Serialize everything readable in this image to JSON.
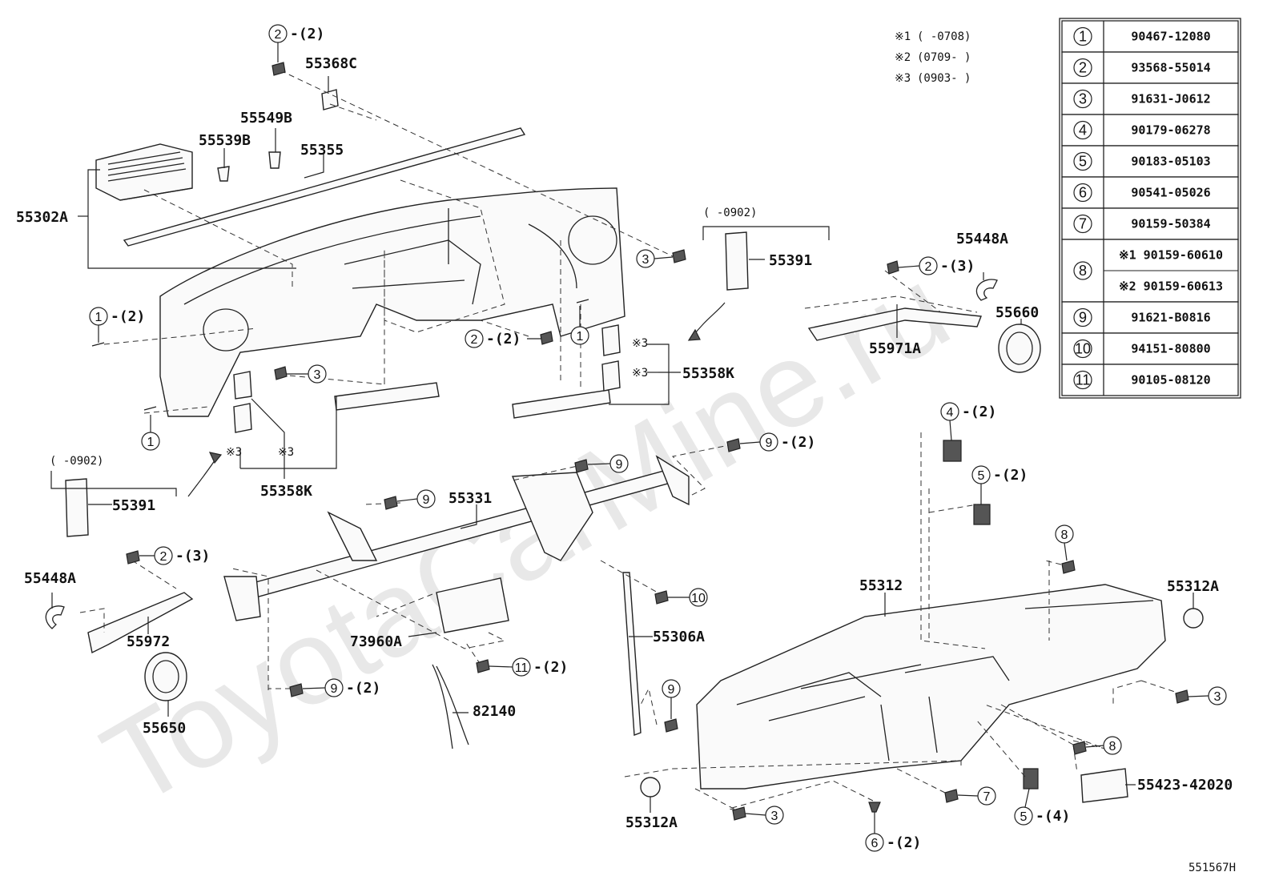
{
  "watermark": "ToyotaCarMine.ru",
  "diagram_code": "551567H",
  "date_notes": [
    {
      "mark": "※1",
      "range": "(      -0708)"
    },
    {
      "mark": "※2",
      "range": "(0709-      )"
    },
    {
      "mark": "※3",
      "range": "(0903-      )"
    }
  ],
  "bracket_notes": {
    "left": "(   -0902)",
    "right": "(   -0902)"
  },
  "parts_table": [
    {
      "num": "1",
      "parts": [
        "90467-12080"
      ]
    },
    {
      "num": "2",
      "parts": [
        "93568-55014"
      ]
    },
    {
      "num": "3",
      "parts": [
        "91631-J0612"
      ]
    },
    {
      "num": "4",
      "parts": [
        "90179-06278"
      ]
    },
    {
      "num": "5",
      "parts": [
        "90183-05103"
      ]
    },
    {
      "num": "6",
      "parts": [
        "90541-05026"
      ]
    },
    {
      "num": "7",
      "parts": [
        "90159-50384"
      ]
    },
    {
      "num": "8",
      "parts": [
        "※1 90159-60610",
        "※2 90159-60613"
      ]
    },
    {
      "num": "9",
      "parts": [
        "91621-B0816"
      ]
    },
    {
      "num": "10",
      "parts": [
        "94151-80800"
      ]
    },
    {
      "num": "11",
      "parts": [
        "90105-08120"
      ]
    }
  ],
  "labels": {
    "p55368C": "55368C",
    "p55549B": "55549B",
    "p55539B": "55539B",
    "p55355": "55355",
    "p55302A": "55302A",
    "p55391_left": "55391",
    "p55391_right": "55391",
    "p55358K_left": "55358K",
    "p55358K_right": "55358K",
    "p55448A_left": "55448A",
    "p55448A_right": "55448A",
    "p55660": "55660",
    "p55971A": "55971A",
    "p55331": "55331",
    "p55972": "55972",
    "p55650": "55650",
    "p73960A": "73960A",
    "p82140": "82140",
    "p55306A": "55306A",
    "p55312": "55312",
    "p55312A_right": "55312A",
    "p55312A_bottom": "55312A",
    "p55423": "55423-42020"
  },
  "callouts": {
    "c2_top": {
      "num": "2",
      "qty": "-(2)"
    },
    "c1_left": {
      "num": "1",
      "qty": "-(2)"
    },
    "c1_lower": {
      "num": "1",
      "qty": ""
    },
    "c3_left": {
      "num": "3",
      "qty": ""
    },
    "c2_mid": {
      "num": "2",
      "qty": "-(2)"
    },
    "c1_mid": {
      "num": "1",
      "qty": ""
    },
    "c3_top": {
      "num": "3",
      "qty": ""
    },
    "c2_right": {
      "num": "2",
      "qty": "-(3)"
    },
    "c9_a": {
      "num": "9",
      "qty": ""
    },
    "c9_b": {
      "num": "9",
      "qty": "-(2)"
    },
    "c9_c": {
      "num": "9",
      "qty": ""
    },
    "c2_left": {
      "num": "2",
      "qty": "-(3)"
    },
    "c4": {
      "num": "4",
      "qty": "-(2)"
    },
    "c5_top": {
      "num": "5",
      "qty": "-(2)"
    },
    "c10": {
      "num": "10",
      "qty": ""
    },
    "c11": {
      "num": "11",
      "qty": "-(2)"
    },
    "c9_d": {
      "num": "9",
      "qty": "-(2)"
    },
    "c9_e": {
      "num": "9",
      "qty": ""
    },
    "c8_top": {
      "num": "8",
      "qty": ""
    },
    "c3_right": {
      "num": "3",
      "qty": ""
    },
    "c8_bot": {
      "num": "8",
      "qty": ""
    },
    "c7": {
      "num": "7",
      "qty": ""
    },
    "c3_bot": {
      "num": "3",
      "qty": ""
    },
    "c5_bot": {
      "num": "5",
      "qty": "-(4)"
    },
    "c6": {
      "num": "6",
      "qty": "-(2)"
    }
  },
  "marks": {
    "m3": "※3"
  }
}
